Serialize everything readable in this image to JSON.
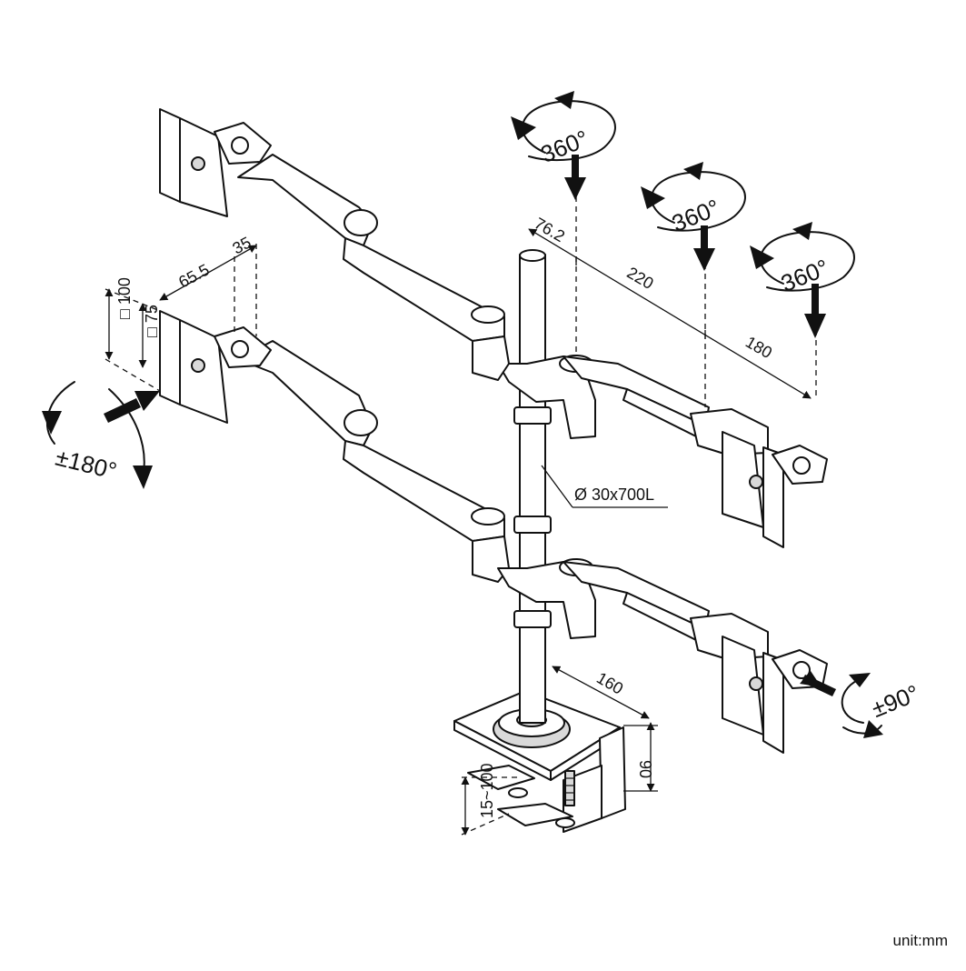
{
  "diagram": {
    "dimensions": {
      "pitch_offset": "76.2",
      "arm_span_1": "220",
      "arm_span_2": "180",
      "plate_offset": "65.5",
      "plate_depth": "35",
      "vesa_large": "□ 100",
      "vesa_small": "□ 75",
      "base_length": "160",
      "base_height": "90",
      "clamp_range": "15~100",
      "pole_spec": "Ø 30x700L"
    },
    "rotations": {
      "swivel_1": "360°",
      "swivel_2": "360°",
      "swivel_3": "360°",
      "tilt": "±180°",
      "rotate": "±90°"
    },
    "unit": "unit:mm"
  }
}
